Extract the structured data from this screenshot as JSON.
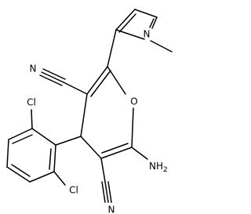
{
  "molecule": {
    "atom_labels": {
      "o1": "O",
      "n_pyrrole": "N",
      "n_top": "N",
      "n_bottom": "N",
      "cl_top": "Cl",
      "cl_bottom": "Cl",
      "amine": "NH",
      "amine_sub": "2"
    }
  }
}
